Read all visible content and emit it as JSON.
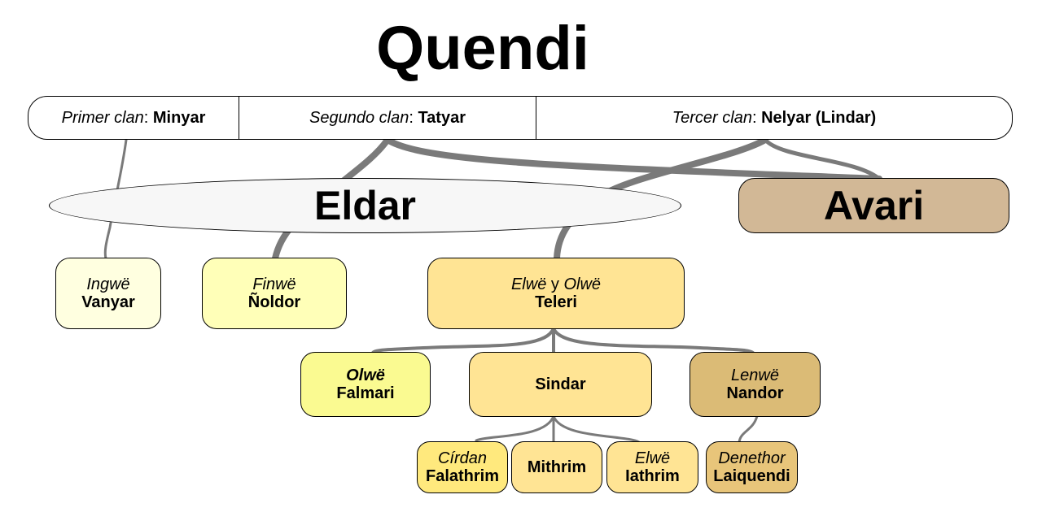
{
  "title": "Quendi",
  "clans": [
    {
      "label": "Primer clan",
      "name": "Minyar"
    },
    {
      "label": "Segundo clan",
      "name": "Tatyar"
    },
    {
      "label": "Tercer clan",
      "name": "Nelyar (Lindar)"
    }
  ],
  "groups": {
    "eldar": "Eldar",
    "avari": "Avari"
  },
  "nodes": {
    "vanyar": {
      "leader": "Ingwë",
      "people": "Vanyar"
    },
    "noldor": {
      "leader": "Finwë",
      "people": "Ñoldor"
    },
    "teleri": {
      "leader_a": "Elwë",
      "conj": " y ",
      "leader_b": "Olwë",
      "people": "Teleri"
    },
    "falmari": {
      "leader": "Olwë",
      "people": "Falmari"
    },
    "sindar": {
      "people": "Sindar"
    },
    "nandor": {
      "leader": "Lenwë",
      "people": "Nandor"
    },
    "falathrim": {
      "leader": "Círdan",
      "people": "Falathrim"
    },
    "mithrim": {
      "people": "Mithrim"
    },
    "iathrim": {
      "leader": "Elwë",
      "people": "Iathrim"
    },
    "laiquendi": {
      "leader": "Denethor",
      "people": "Laiquendi"
    }
  },
  "colors": {
    "link": "#7a7a7a",
    "eldar_fill": "#f7f7f7",
    "avari_fill": "#d2b896",
    "vanyar_fill": "#ffffe0",
    "noldor_fill": "#ffffb8",
    "teleri_fill": "#ffe494",
    "falmari_fill": "#fafa91",
    "sindar_fill": "#ffe494",
    "nandor_fill": "#dbbb76",
    "falathrim_fill": "#ffe97d",
    "mithrim_fill": "#ffe494",
    "iathrim_fill": "#ffe494",
    "laiquendi_fill": "#e8c57a"
  }
}
